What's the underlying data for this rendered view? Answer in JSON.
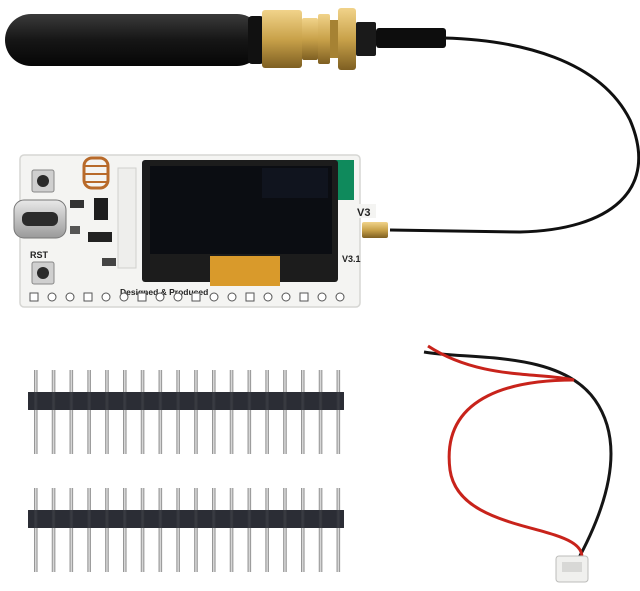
{
  "board": {
    "version_badge": "V3",
    "version_label": "V3.1",
    "footer_label": "Designed & Produced",
    "reset_label": "RST"
  },
  "items": {
    "antenna": "antenna",
    "pigtail_cable": "ipex-pigtail-cable",
    "pin_header_top": "pin-header-strip",
    "pin_header_bottom": "pin-header-strip",
    "battery_cable": "jst-battery-cable"
  },
  "colors": {
    "pcb": "#f4f4f2",
    "oled_frame": "#1c1c1c",
    "oled_glass": "#0b0d12",
    "ribbon": "#d99a2b",
    "lora_chip": "#0f8a5c",
    "wire_red": "#c8231b",
    "wire_black": "#151515",
    "brass": "#c9a24a"
  }
}
